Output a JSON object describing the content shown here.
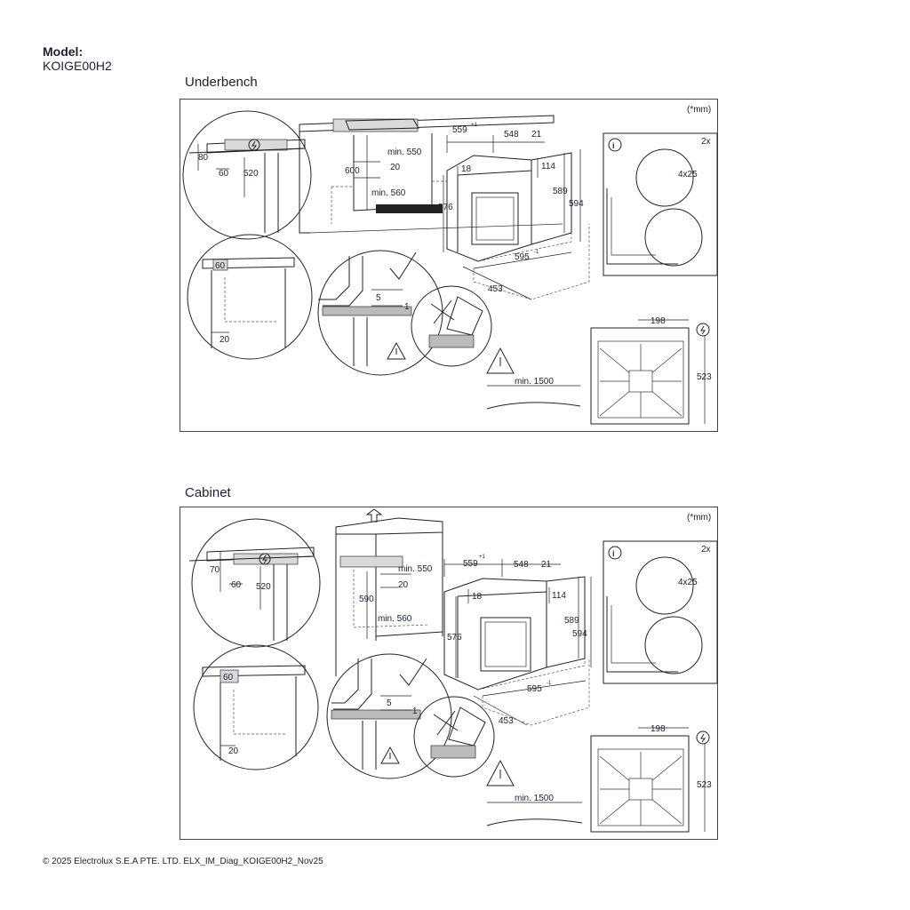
{
  "header": {
    "model_label": "Model:",
    "model_value": "KOIGE00H2"
  },
  "sections": [
    {
      "title": "Underbench",
      "unit_note": "(*mm)",
      "info_count": "2x",
      "screws": "4x25",
      "dims": {
        "d559": "559",
        "d559sup": "+1",
        "d548": "548",
        "d21": "21",
        "d18": "18",
        "d114": "114",
        "d589": "589",
        "d594": "594",
        "d576": "576",
        "d595": "595",
        "d595sup": "-1",
        "d453": "453",
        "d80": "80",
        "d60a": "60",
        "d520": "520",
        "d600": "600",
        "d550": "min. 550",
        "d20a": "20",
        "d560": "min. 560",
        "d60b": "60",
        "d20b": "20",
        "d5": "5",
        "d1": "1",
        "d198": "198",
        "d523": "523",
        "d1500": "min. 1500"
      }
    },
    {
      "title": "Cabinet",
      "unit_note": "(*mm)",
      "info_count": "2x",
      "screws": "4x25",
      "dims": {
        "d559": "559",
        "d559sup": "+1",
        "d548": "548",
        "d21": "21",
        "d18": "18",
        "d114": "114",
        "d589": "589",
        "d594": "594",
        "d576": "576",
        "d595": "595",
        "d595sup": "-1",
        "d453": "453",
        "d80": "70",
        "d60a": "60",
        "d520": "520",
        "d600": "590",
        "d550": "min. 550",
        "d20a": "20",
        "d560": "min. 560",
        "d60b": "60",
        "d20b": "20",
        "d5": "5",
        "d1": "1",
        "d198": "198",
        "d523": "523",
        "d1500": "min. 1500"
      }
    }
  ],
  "footer": "© 2025 Electrolux S.E.A PTE. LTD. ELX_IM_Diag_KOIGE00H2_Nov25"
}
